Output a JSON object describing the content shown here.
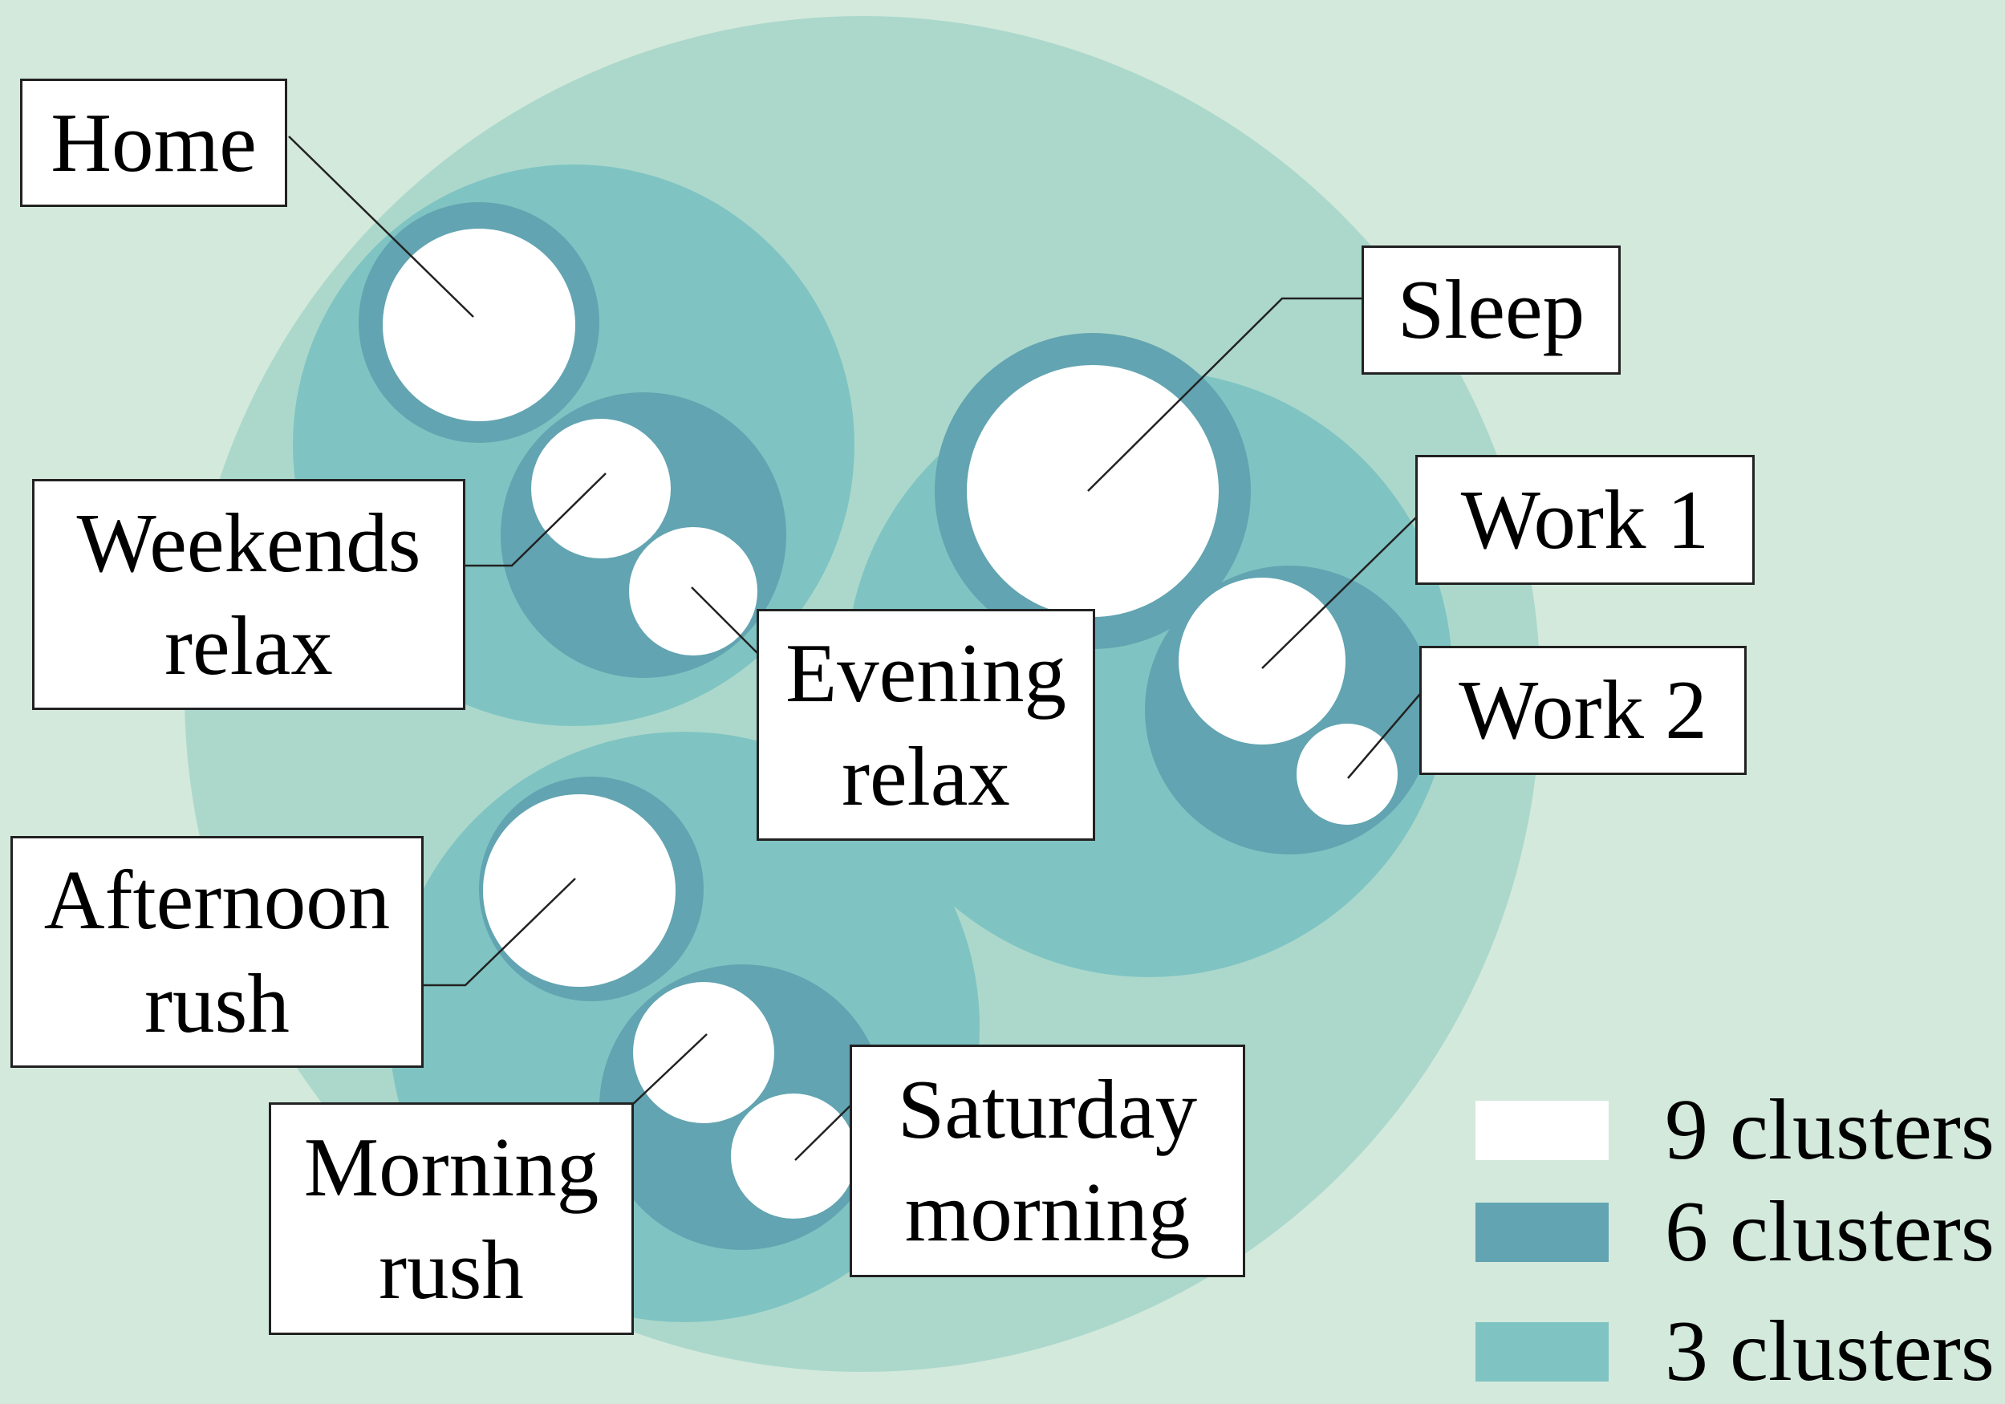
{
  "colors": {
    "background": "#d3e9dc",
    "ring_outer": "#acd8cc",
    "cluster_3": "#7fc4c2",
    "cluster_6": "#62a4b1",
    "cluster_9": "#ffffff",
    "label_border": "#222222",
    "leader_line": "#222222"
  },
  "labels": {
    "home": "Home",
    "weekends_relax": "Weekends\nrelax",
    "evening_relax": "Evening\nrelax",
    "sleep": "Sleep",
    "work_1": "Work 1",
    "work_2": "Work 2",
    "afternoon_rush": "Afternoon\nrush",
    "morning_rush": "Morning\nrush",
    "saturday_morning": "Saturday\nmorning"
  },
  "legend": [
    {
      "label": "9 clusters",
      "color_key": "cluster_9"
    },
    {
      "label": "6 clusters",
      "color_key": "cluster_6"
    },
    {
      "label": "3 clusters",
      "color_key": "cluster_3"
    }
  ]
}
